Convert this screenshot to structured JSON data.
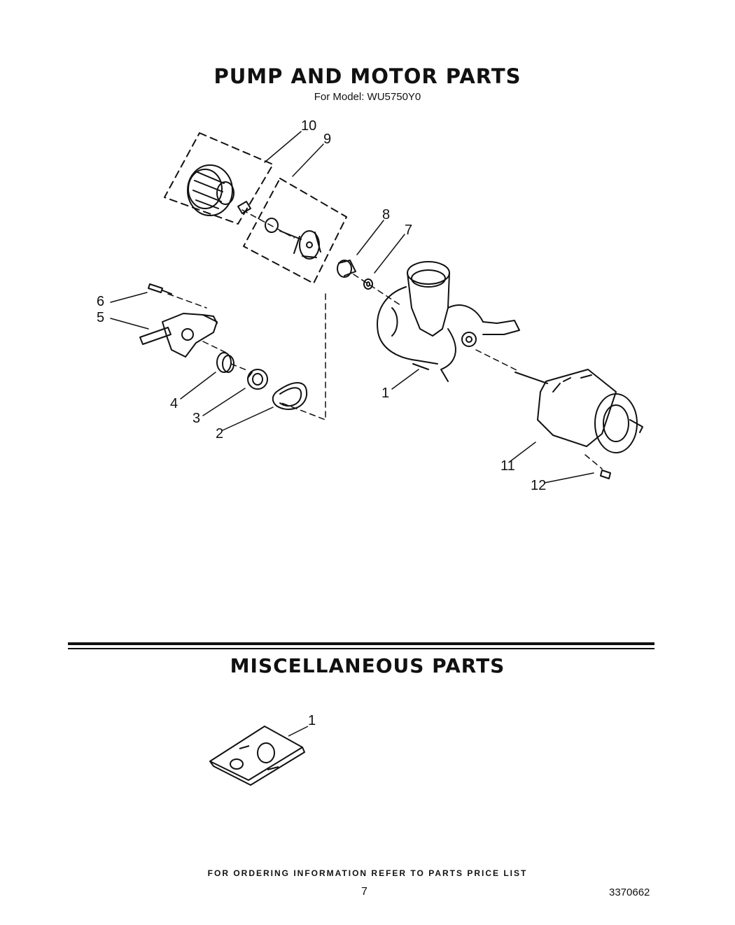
{
  "sections": {
    "pump": {
      "title": "PUMP AND MOTOR PARTS",
      "subtitle": "For Model: WU5750Y0",
      "callouts": [
        "1",
        "2",
        "3",
        "4",
        "5",
        "6",
        "7",
        "8",
        "9",
        "10",
        "11",
        "12"
      ]
    },
    "misc": {
      "title": "MISCELLANEOUS PARTS",
      "callouts": [
        "1"
      ]
    }
  },
  "footer": {
    "ordering_note": "FOR ORDERING INFORMATION REFER TO PARTS PRICE LIST",
    "page_number": "7",
    "document_number": "3370662"
  }
}
